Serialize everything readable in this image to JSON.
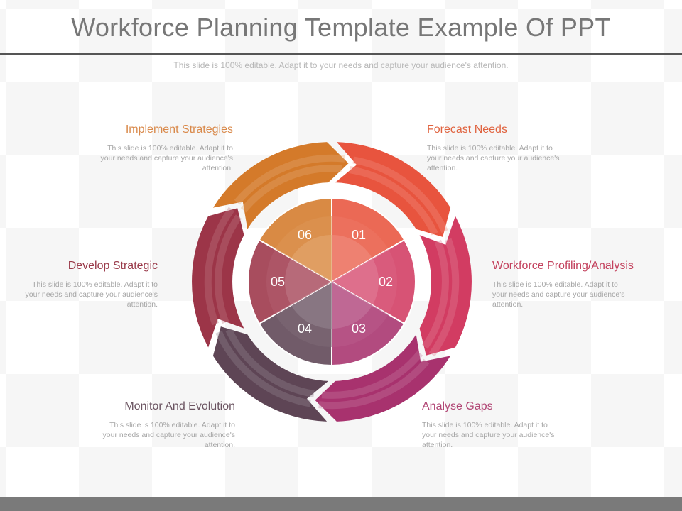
{
  "slide": {
    "title": "Workforce Planning Template Example Of PPT",
    "subtitle": "This slide is 100% editable. Adapt it to your needs and capture your audience's attention."
  },
  "steps": [
    {
      "number": "01",
      "heading": "Forecast Needs",
      "text": "This slide is 100% editable. Adapt it to your needs and capture your audience's attention.",
      "color": "#e8543e"
    },
    {
      "number": "02",
      "heading": "Workforce Profiling/Analysis",
      "text": "This slide is 100% editable. Adapt it to your needs and capture your audience's attention.",
      "color": "#d23c62"
    },
    {
      "number": "03",
      "heading": "Analyse Gaps",
      "text": "This slide is 100% editable. Adapt it to your needs and capture your audience's attention.",
      "color": "#a8326e"
    },
    {
      "number": "04",
      "heading": "Monitor And Evolution",
      "text": "This slide is 100% editable. Adapt it to your needs and capture your audience's attention.",
      "color": "#5e4555"
    },
    {
      "number": "05",
      "heading": "Develop Strategic",
      "text": "This slide is 100% editable. Adapt it to your needs and capture your audience's attention.",
      "color": "#9c3548"
    },
    {
      "number": "06",
      "heading": "Implement Strategies",
      "text": "This slide is 100% editable. Adapt it to your needs and capture your audience's attention.",
      "color": "#d47a2a"
    }
  ],
  "heading_colors": {
    "forecast": "#e0633f",
    "profiling": "#c3405c",
    "gaps": "#b14574",
    "monitor": "#6a5360",
    "develop": "#9a3a4a",
    "implement": "#d9894a"
  }
}
